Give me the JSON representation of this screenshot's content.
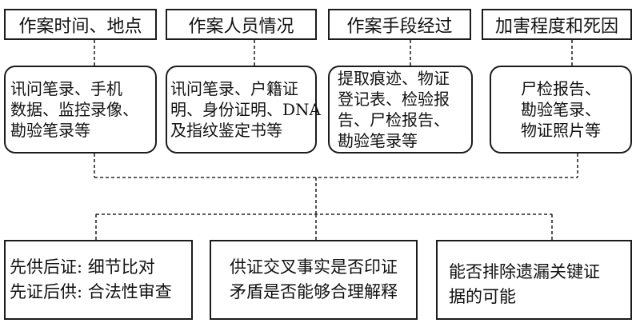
{
  "headers": [
    {
      "label": "作案时间、地点"
    },
    {
      "label": "作案人员情况"
    },
    {
      "label": "作案手段经过"
    },
    {
      "label": "加害程度和死因"
    }
  ],
  "evidence": [
    {
      "lines": [
        "讯问笔录、手机",
        "数据、监控录像、",
        "勘验笔录等"
      ]
    },
    {
      "lines": [
        "讯问笔录、户籍证",
        "明、身份证明、DNA",
        "及指纹鉴定书等"
      ]
    },
    {
      "lines": [
        "提取痕迹、物证",
        "登记表、检验报",
        "告、尸检报告、",
        "勘验笔录等"
      ]
    },
    {
      "lines": [
        "尸检报告、",
        "勘验笔录、",
        "物证照片等"
      ]
    }
  ],
  "checks": [
    {
      "lines": [
        "先供后证: 细节比对",
        "先证后供: 合法性审查"
      ]
    },
    {
      "lines": [
        "供证交叉事实是否印证",
        "矛盾是否能够合理解释"
      ]
    },
    {
      "lines": [
        "能否排除遗漏关键证",
        "据的可能"
      ]
    }
  ]
}
